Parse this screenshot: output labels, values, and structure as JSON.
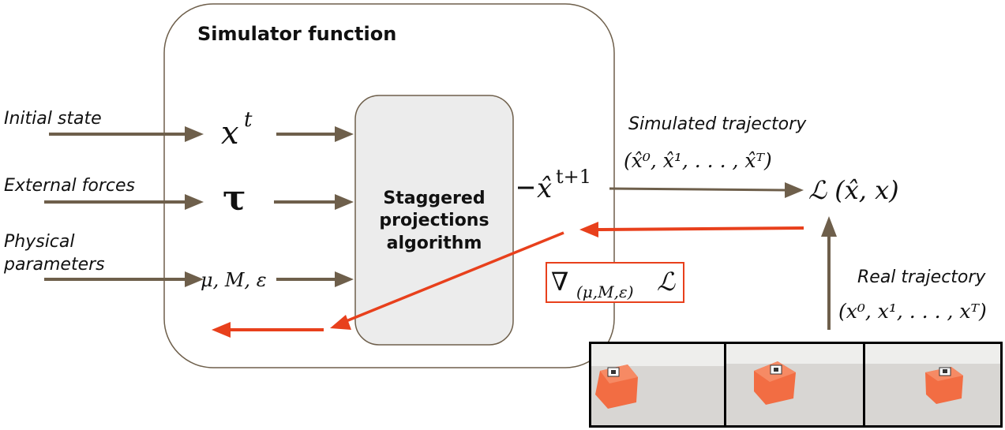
{
  "simulator": {
    "title": "Simulator function"
  },
  "inputs": {
    "initial_state": "Initial state",
    "external_forces": "External forces",
    "physical_parameters_line1": "Physical",
    "physical_parameters_line2": "parameters"
  },
  "math": {
    "x": "x",
    "t_sup": "t",
    "tau": "τ",
    "params": "μ, M, ε",
    "xhat": "x̂",
    "t1_sup": "t+1",
    "loss": "ℒ (x̂, x)",
    "sim_traj": "(x̂⁰, x̂¹, . . . , x̂ᵀ)",
    "real_traj": "(x⁰, x¹, . . . , xᵀ)",
    "grad": "∇",
    "grad_sub": "(μ,M,ε)",
    "grad_L": "ℒ"
  },
  "algorithm": {
    "line1": "Staggered",
    "line2": "projections",
    "line3": "algorithm"
  },
  "labels": {
    "simulated_trajectory": "Simulated trajectory",
    "real_trajectory": "Real trajectory"
  },
  "colors": {
    "arrow_brown": "#6e5f4b",
    "arrow_red": "#e8401c",
    "box_fill": "#ececec",
    "cube_orange": "#f26d43"
  }
}
